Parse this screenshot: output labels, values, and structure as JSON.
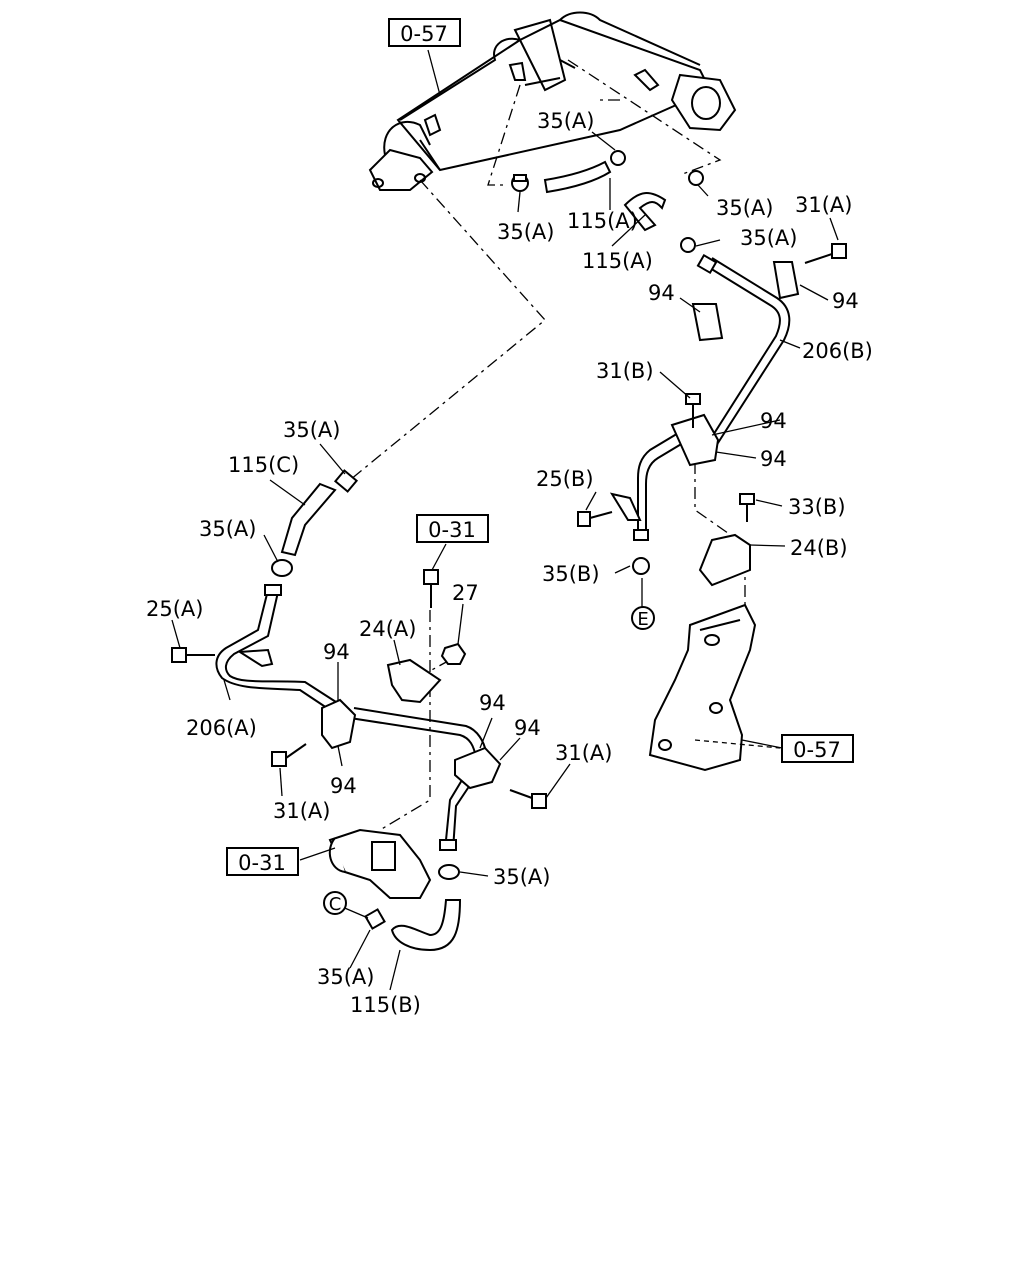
{
  "references": {
    "ref_057_top": "0-57",
    "ref_031_mid": "0-31",
    "ref_031_low": "0-31",
    "ref_057_right": "0-57"
  },
  "connectors": {
    "c": "C",
    "e": "E"
  },
  "callouts": {
    "p35a_1": "35(A)",
    "p35a_2": "35(A)",
    "p115a_1": "115(A)",
    "p35a_3": "35(A)",
    "p31a_1": "31(A)",
    "p115a_2": "115(A)",
    "p35a_4": "35(A)",
    "p94_1": "94",
    "p94_2": "94",
    "p206b": "206(B)",
    "p31b": "31(B)",
    "p94_3": "94",
    "p94_4": "94",
    "p25b": "25(B)",
    "p33b": "33(B)",
    "p24b": "24(B)",
    "p35b": "35(B)",
    "p35a_5": "35(A)",
    "p115c": "115(C)",
    "p35a_6": "35(A)",
    "p25a": "25(A)",
    "p27": "27",
    "p24a": "24(A)",
    "p94_5": "94",
    "p206a": "206(A)",
    "p94_6": "94",
    "p94_7": "94",
    "p31a_2": "31(A)",
    "p31a_3": "31(A)",
    "p94_8": "94",
    "p35a_7": "35(A)",
    "p35a_8": "35(A)",
    "p115b": "115(B)"
  },
  "colors": {
    "ink": "#000000",
    "paper": "#ffffff"
  }
}
